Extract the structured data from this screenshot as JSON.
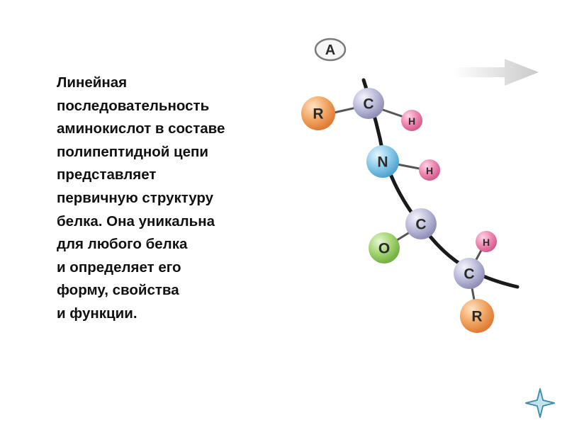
{
  "description_lines": [
    "Линейная",
    "последовательность",
    "аминокислот в составе",
    "полипептидной цепи",
    "представляет",
    "первичную структуру",
    "белка. Она уникальна",
    "для любого белка",
    "и определяет его",
    "форму, свойства",
    "и функции."
  ],
  "diagram": {
    "badge_label": "A",
    "atoms": {
      "r1": "R",
      "c1": "C",
      "h1": "H",
      "n": "N",
      "h2": "H",
      "c2": "C",
      "o": "O",
      "h3": "H",
      "c3": "C",
      "r2": "R"
    },
    "colors": {
      "r": "#f0a060",
      "c": "#b8b8d8",
      "h": "#e77fa9",
      "n": "#84c7e6",
      "o": "#9ed06d",
      "chain": "#1a1a1a",
      "arrow": "#d5d5d5"
    }
  },
  "nav_icon": "four-point-star-icon"
}
